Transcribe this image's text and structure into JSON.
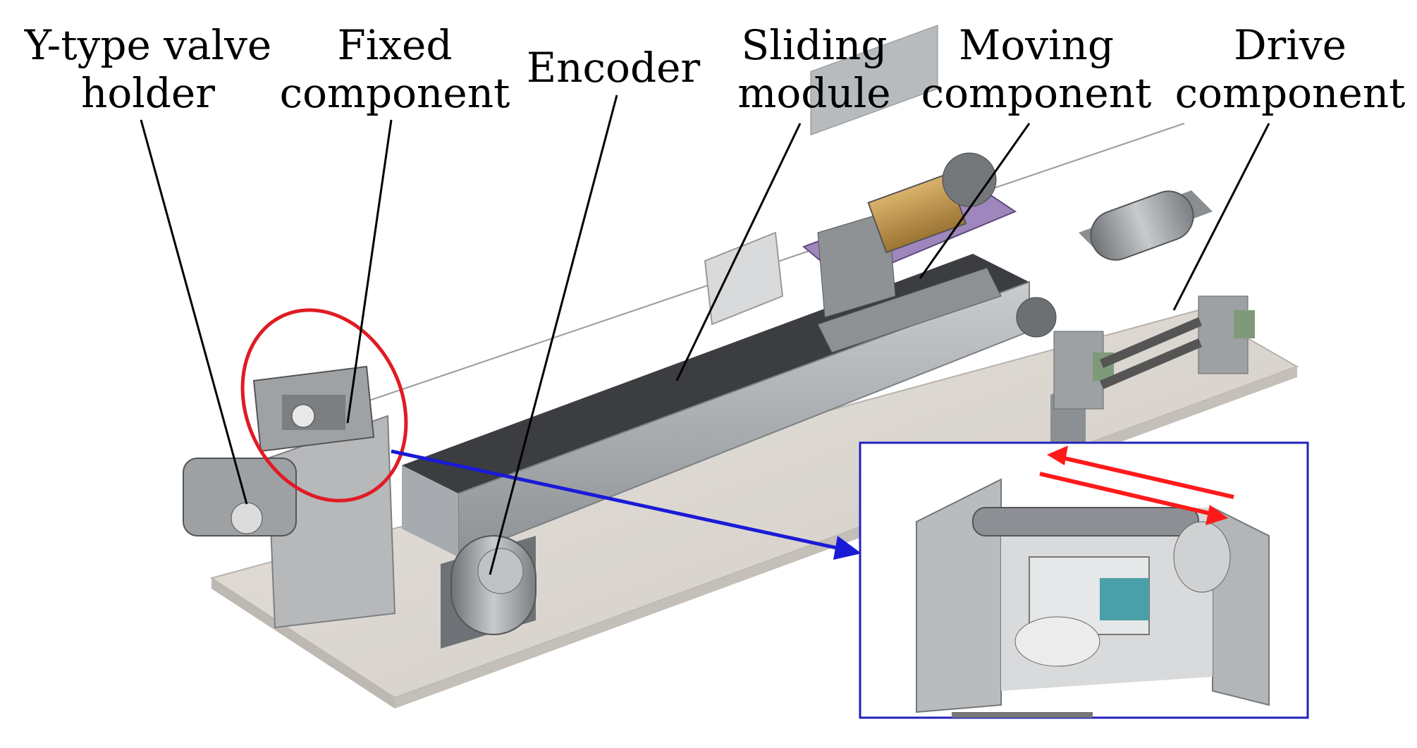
{
  "labels": {
    "y_valve_holder": [
      "Y-type valve",
      "holder"
    ],
    "fixed_component": [
      "Fixed",
      "component"
    ],
    "encoder": [
      "Encoder"
    ],
    "sliding_module": [
      "Sliding",
      "module"
    ],
    "moving_component": [
      "Moving",
      "component"
    ],
    "drive_component": [
      "Drive",
      "component"
    ]
  },
  "colors": {
    "highlight_ellipse": "#e01b24",
    "zoom_arrow": "#1a1ad6",
    "inset_border": "#2222bb",
    "motion_arrows": "#ff1a1a",
    "purple_part": "#8a6fb0"
  }
}
